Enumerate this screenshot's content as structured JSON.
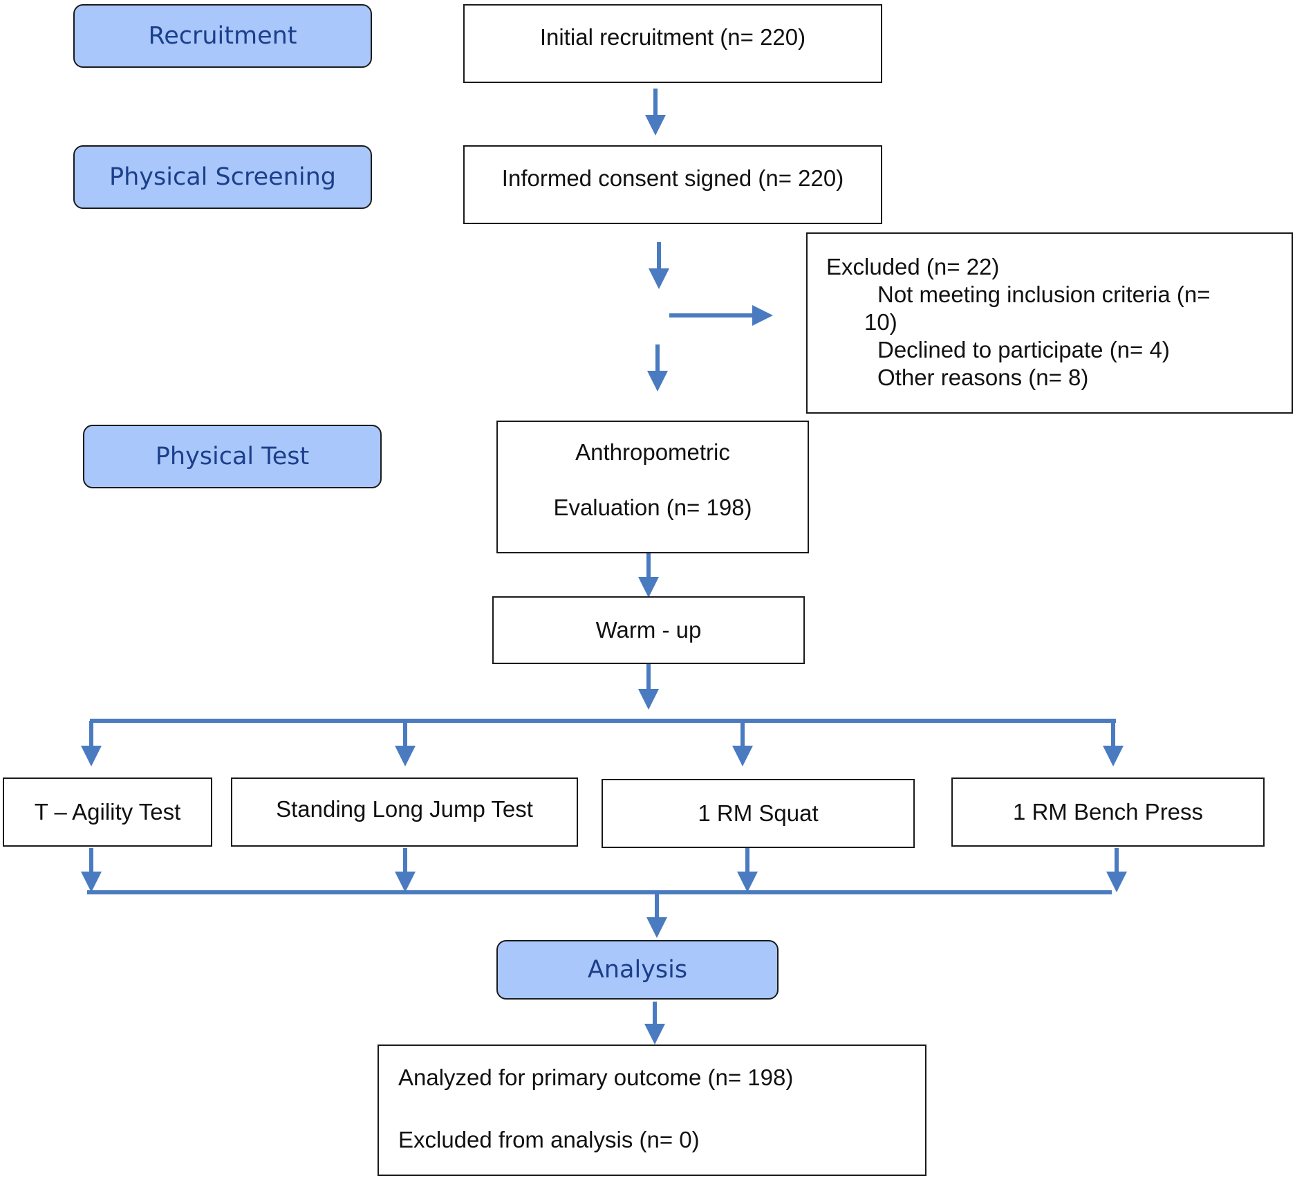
{
  "stages": {
    "recruitment": "Recruitment",
    "physical_screening": "Physical Screening",
    "physical_test": "Physical Test",
    "analysis": "Analysis"
  },
  "boxes": {
    "initial_recruitment": "Initial recruitment (n= 220)",
    "informed_consent": "Informed consent signed (n= 220)",
    "excluded": {
      "title": "Excluded (n= 22)",
      "line1": "Not meeting inclusion criteria (n=",
      "line2": "10)",
      "line3": "Declined to participate (n= 4)",
      "line4": "Other reasons (n= 8)"
    },
    "anthropometric": {
      "line1": "Anthropometric",
      "line2": "Evaluation (n= 198)"
    },
    "warmup": "Warm - up",
    "tests": {
      "t_agility": "T – Agility Test",
      "standing_long_jump": "Standing Long Jump Test",
      "squat": "1 RM Squat",
      "bench_press": "1 RM Bench Press"
    },
    "final": {
      "analyzed": "Analyzed for primary outcome (n= 198)",
      "excluded_analysis": "Excluded from analysis (n= 0)"
    }
  },
  "colors": {
    "arrow": "#4a7bc0",
    "stage_fill": "#a9c7fa",
    "stage_text": "#1c3f8c",
    "box_border": "#1a1a1a"
  }
}
